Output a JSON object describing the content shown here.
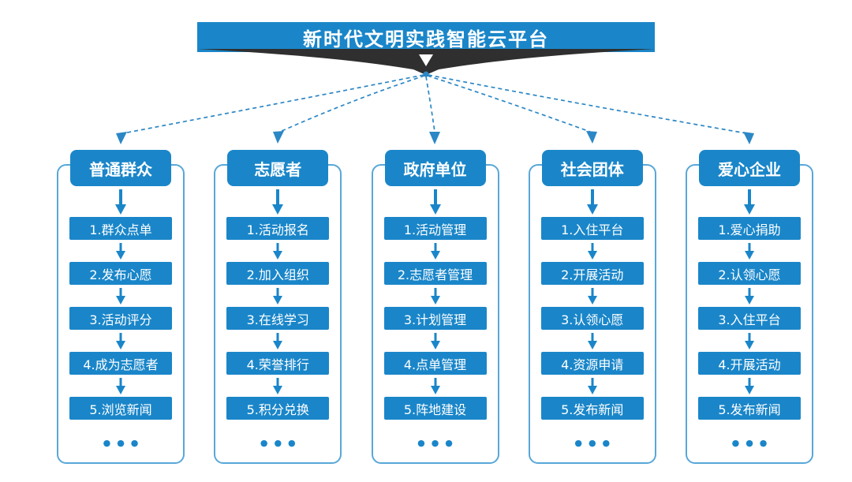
{
  "title": "新时代文明实践智能云平台",
  "ellipsis": "●●●",
  "columns": [
    {
      "title": "普通群众",
      "steps": [
        "1.群众点单",
        "2.发布心愿",
        "3.活动评分",
        "4.成为志愿者",
        "5.浏览新闻"
      ]
    },
    {
      "title": "志愿者",
      "steps": [
        "1.活动报名",
        "2.加入组织",
        "3.在线学习",
        "4.荣誉排行",
        "5.积分兑换"
      ]
    },
    {
      "title": "政府单位",
      "steps": [
        "1.活动管理",
        "2.志愿者管理",
        "3.计划管理",
        "4.点单管理",
        "5.阵地建设"
      ]
    },
    {
      "title": "社会团体",
      "steps": [
        "1.入住平台",
        "2.开展活动",
        "3.认领心愿",
        "4.资源申请",
        "5.发布新闻"
      ]
    },
    {
      "title": "爱心企业",
      "steps": [
        "1.爱心捐助",
        "2.认领心愿",
        "3.入住平台",
        "4.开展活动",
        "5.发布新闻"
      ]
    }
  ],
  "colors": {
    "primary_blue": "#1a86c9",
    "outline_blue": "#58a7d8",
    "dashed_blue": "#2b87c5",
    "funnel_dark": "#2f2f2f",
    "text_white": "#ffffff",
    "background": "#ffffff"
  }
}
